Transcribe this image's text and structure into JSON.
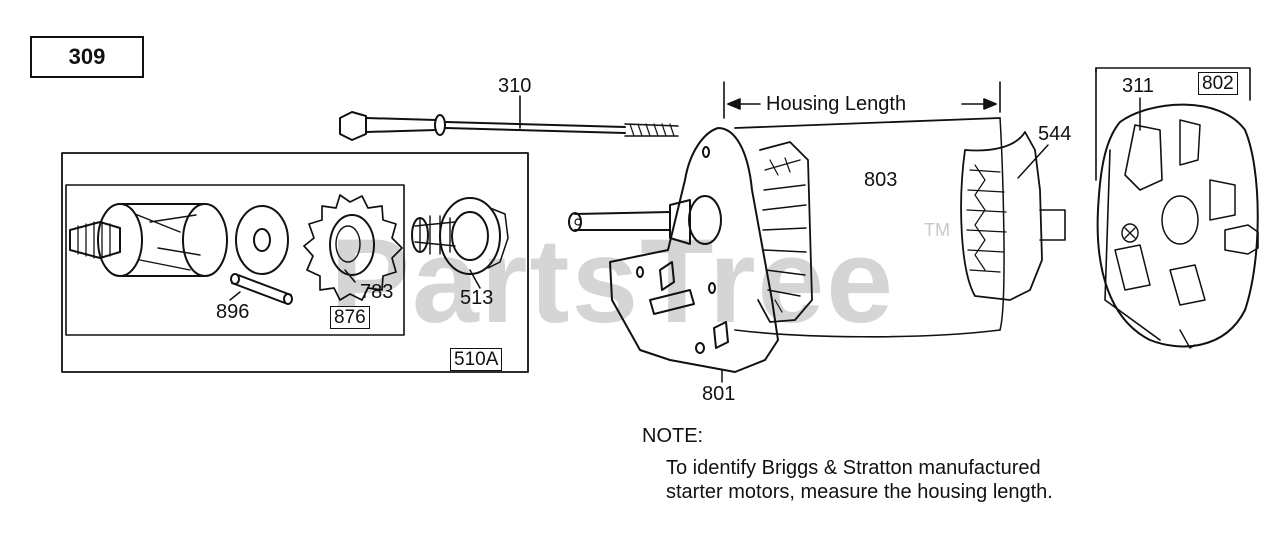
{
  "diagram": {
    "figure_number": "309",
    "callouts": {
      "p310": "310",
      "p544": "544",
      "p803": "803",
      "p311": "311",
      "p802": "802",
      "p896": "896",
      "p783": "783",
      "p876": "876",
      "p513": "513",
      "p510a": "510A",
      "p801": "801"
    },
    "housing_length_label": "Housing Length",
    "note": {
      "heading": "NOTE:",
      "line1": "To identify Briggs & Stratton manufactured",
      "line2": "starter motors, measure the housing length."
    },
    "watermark": {
      "text": "PartsTree",
      "tm": "TM"
    },
    "line_color": "#111111",
    "watermark_color": "#c8c8c8"
  }
}
